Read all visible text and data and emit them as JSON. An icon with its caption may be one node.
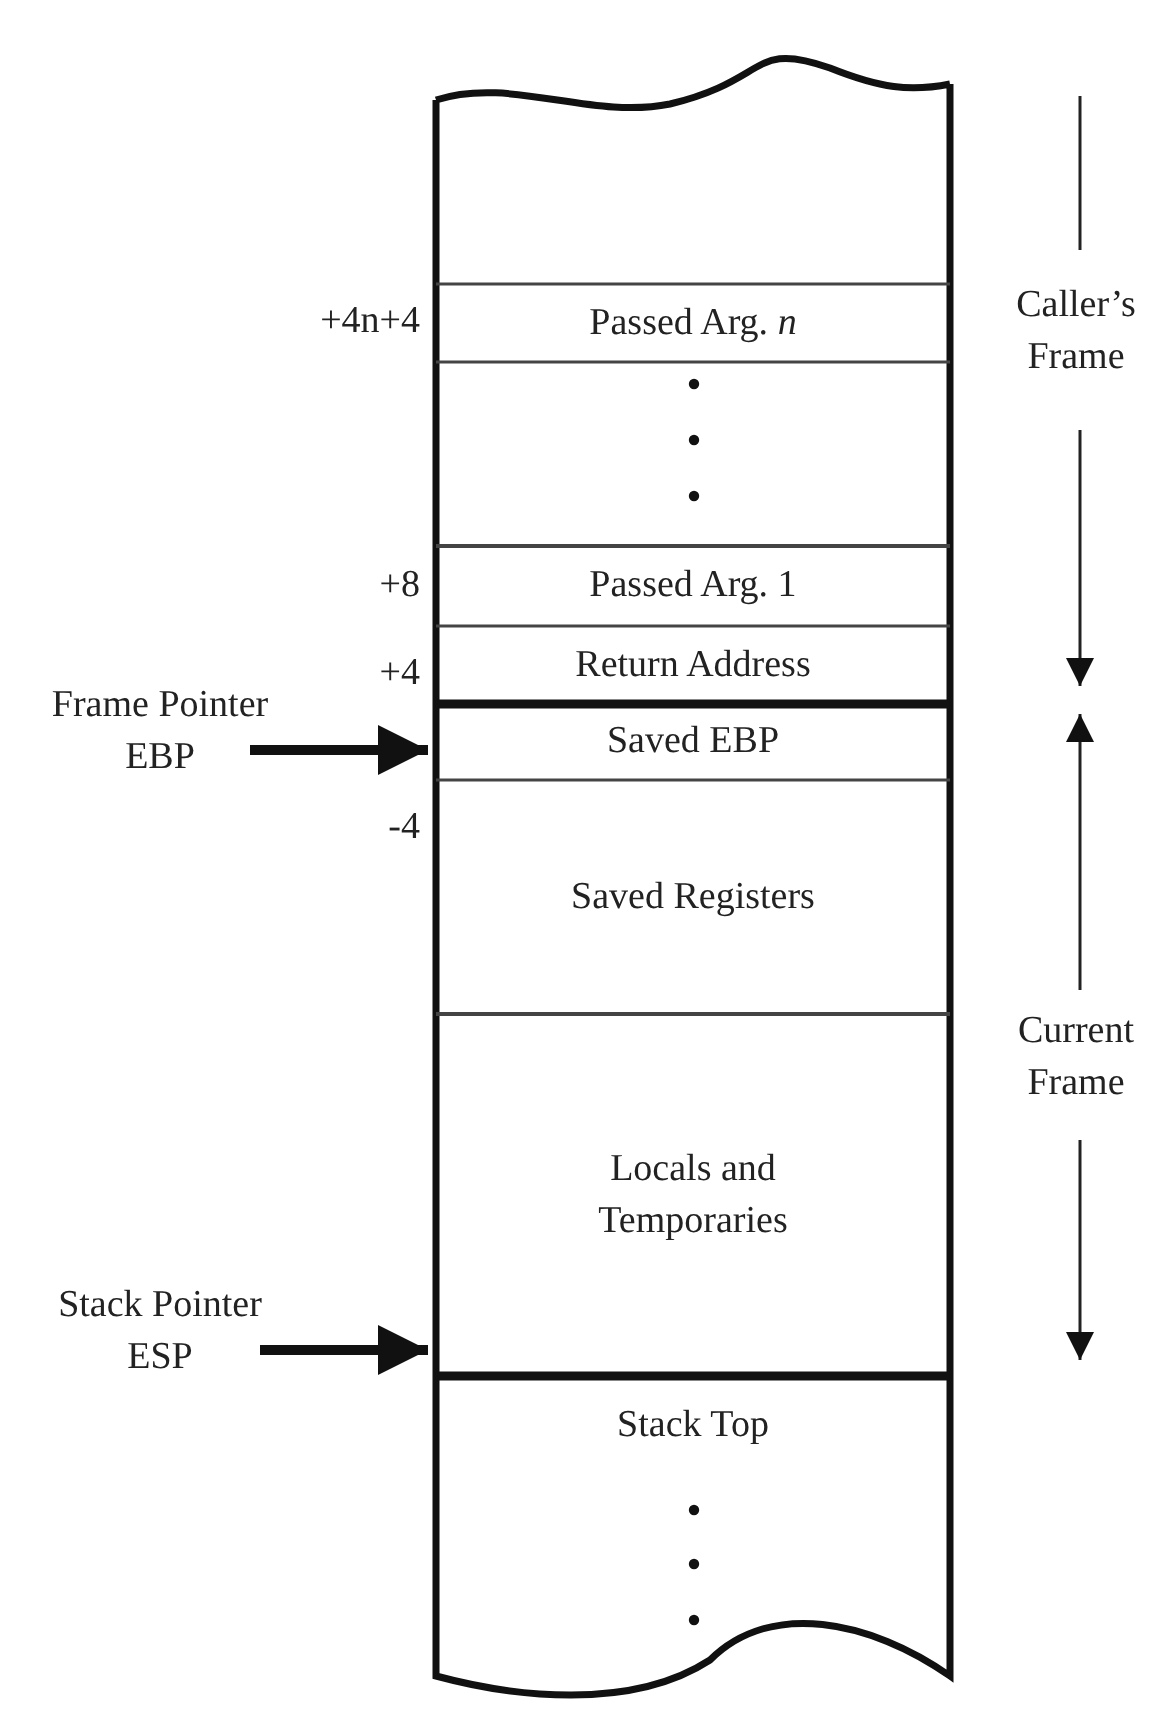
{
  "diagram": {
    "nodes": [
      {
        "text": [],
        "shape": "box"
      },
      {
        "text": [
          "Passed Arg. *n*"
        ],
        "beside": [
          "+4n+4"
        ]
      },
      {
        "text": [],
        "shape": "box"
      },
      {
        "text": [
          "Passed Arg. 1"
        ],
        "beside": [
          "+8"
        ]
      },
      {
        "text": [
          "Return Address"
        ],
        "beside": [
          "+4"
        ]
      },
      {
        "text": [
          "Saved EBP"
        ]
      },
      {
        "text": [
          "Saved Registers"
        ],
        "beside": [
          "-4"
        ]
      },
      {
        "text": [
          "Locals and Temporaries"
        ]
      },
      {
        "text": [
          "Stack Top"
        ]
      },
      {
        "text": [
          "Frame Pointer",
          "EBP"
        ]
      },
      {
        "text": [
          "Stack Pointer",
          "ESP"
        ]
      }
    ],
    "edges": [
      {
        "from": 9,
        "to": 5,
        "arrow": "to"
      },
      {
        "from": 10,
        "to": 7,
        "arrow": "to"
      }
    ],
    "labels": [
      "Caller’s Frame",
      "Current Frame"
    ]
  }
}
